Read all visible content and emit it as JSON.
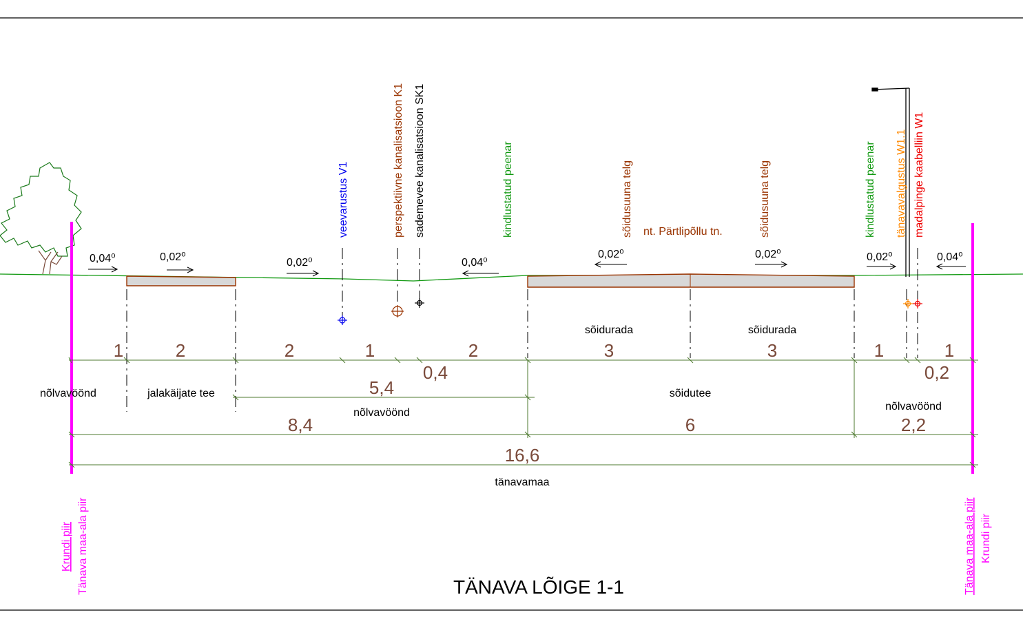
{
  "title": "TÄNAVA LÕIGE 1-1",
  "street_name": "nt. Pärtlipõllu tn.",
  "colors": {
    "ground": "#119911",
    "dim_line": "#4d7a2f",
    "dim_text": "#7a4a3a",
    "boundary": "#ff00ff",
    "water": "#0000ee",
    "sewer": "#993300",
    "storm": "#000000",
    "shoulder": "#119911",
    "axis": "#993300",
    "light": "#ff8800",
    "cable": "#ee0000",
    "paving_fill": "#d8d8d8",
    "paving_edge": "#993300"
  },
  "slopes": [
    "0,04⁰",
    "0,02⁰",
    "0,02⁰",
    "0,04⁰",
    "0,02⁰",
    "0,02⁰",
    "0,02⁰",
    "0,04⁰"
  ],
  "utilities": [
    {
      "label": "veevarustus V1",
      "key": "water"
    },
    {
      "label": "perspektiivne kanalisatsioon K1",
      "key": "sewer"
    },
    {
      "label": "sademevee kanalisatsioon SK1",
      "key": "storm"
    },
    {
      "label": "kindlustatud peenar",
      "key": "shoulder"
    },
    {
      "label": "sõidusuuna telg",
      "key": "axis"
    },
    {
      "label": "sõidusuuna telg",
      "key": "axis"
    },
    {
      "label": "kindlustatud peenar",
      "key": "shoulder"
    },
    {
      "label": "tänavavalgustus W1.1",
      "key": "light"
    },
    {
      "label": "madalpinge kaabelliin W1",
      "key": "cable"
    }
  ],
  "segments_row1": [
    "1",
    "2",
    "2",
    "1",
    "2",
    "3",
    "3",
    "1",
    "1"
  ],
  "lane_labels": [
    "sõidurada",
    "sõidurada"
  ],
  "small_dims": [
    "0,4",
    "0,2"
  ],
  "zones": {
    "slope_zone_left": "nõlvavöönd",
    "footway": "jalakäijate tee",
    "slope_zone_mid_value": "5,4",
    "slope_zone_mid": "nõlvavöönd",
    "carriageway": "sõidutee",
    "slope_zone_right": "nõlvavöönd"
  },
  "totals_row": [
    "8,4",
    "6",
    "2,2"
  ],
  "overall": {
    "value": "16,6",
    "label": "tänavamaa"
  },
  "boundary_labels": {
    "left_top": "Krundi piir",
    "left_bottom": "Tänava maa-ala piir",
    "right_top": "Tänava maa-ala piir",
    "right_bottom": "Krundi piir"
  }
}
